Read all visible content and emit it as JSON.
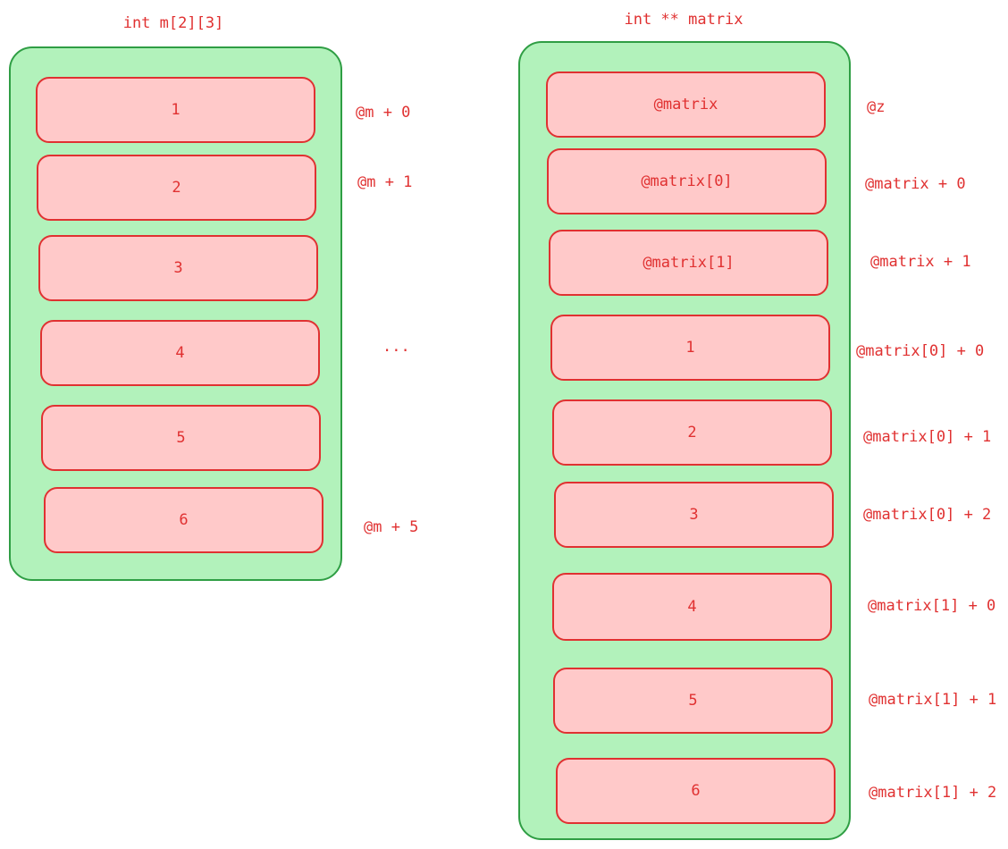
{
  "colors": {
    "container_fill": "#b2f2bb",
    "container_stroke": "#2f9e44",
    "cell_fill": "#ffc9c9",
    "cell_stroke": "#e03131",
    "text": "#e03131"
  },
  "left": {
    "title": "int m[2][3]",
    "cells": [
      "1",
      "2",
      "3",
      "4",
      "5",
      "6"
    ],
    "addresses": [
      "@m + 0",
      "@m + 1",
      "...",
      "@m + 5"
    ]
  },
  "right": {
    "title": "int ** matrix",
    "cells": [
      "@matrix",
      "@matrix[0]",
      "@matrix[1]",
      "1",
      "2",
      "3",
      "4",
      "5",
      "6"
    ],
    "addresses": [
      "@z",
      "@matrix + 0",
      "@matrix + 1",
      "@matrix[0] + 0",
      "@matrix[0] + 1",
      "@matrix[0] + 2",
      "@matrix[1] + 0",
      "@matrix[1] + 1",
      "@matrix[1] + 2"
    ]
  }
}
